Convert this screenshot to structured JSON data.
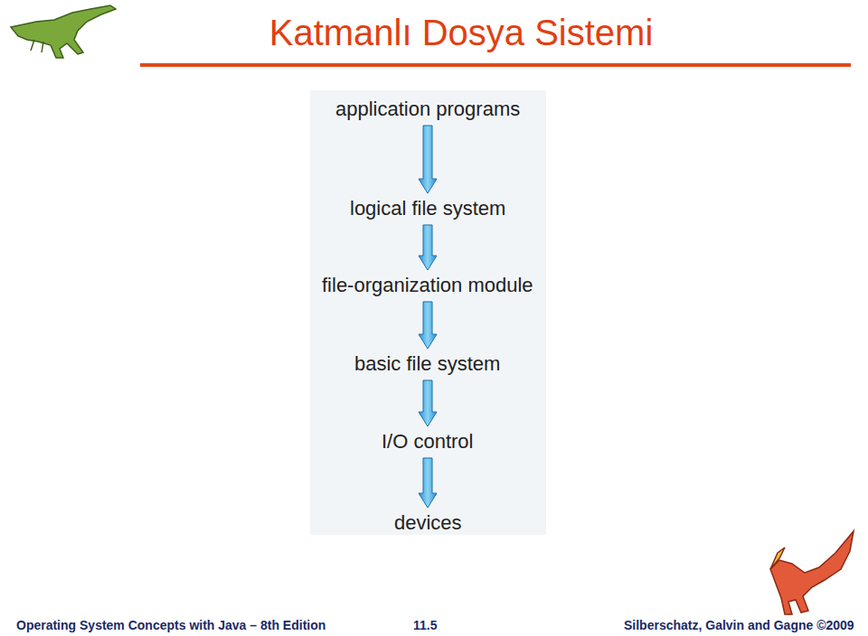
{
  "diagram": {
    "title": "Katmanlı Dosya Sistemi",
    "nodes": [
      {
        "text": [
          "application programs"
        ]
      },
      {
        "text": [
          "logical file system"
        ]
      },
      {
        "text": [
          "file-organization module"
        ]
      },
      {
        "text": [
          "basic file system"
        ]
      },
      {
        "text": [
          "I/O control"
        ]
      },
      {
        "text": [
          "devices"
        ]
      }
    ],
    "edges": [
      {
        "from": 0,
        "to": 1,
        "arrow": "to"
      },
      {
        "from": 1,
        "to": 2,
        "arrow": "to"
      },
      {
        "from": 2,
        "to": 3,
        "arrow": "to"
      },
      {
        "from": 3,
        "to": 4,
        "arrow": "to"
      },
      {
        "from": 4,
        "to": 5,
        "arrow": "to"
      }
    ],
    "labels": [
      "Operating System Concepts with Java – 8th Edition",
      "11.5",
      "Silberschatz, Galvin and Gagne ©2009"
    ]
  }
}
